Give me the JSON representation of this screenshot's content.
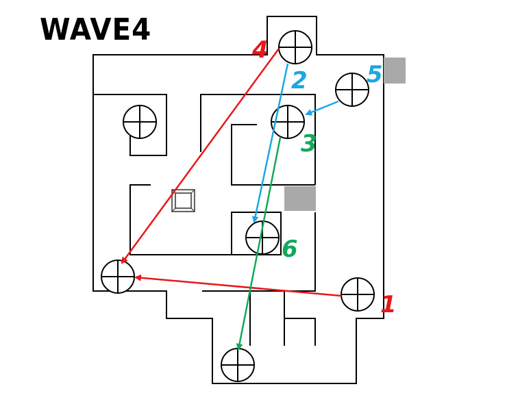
{
  "title": "WAVE4",
  "colors": {
    "red": "#e8171b",
    "blue": "#1aa7e6",
    "green": "#14a85a",
    "block": "#a9a9a9",
    "wall": "#000000"
  },
  "labels": [
    "4",
    "2",
    "5",
    "3",
    "6",
    "1"
  ],
  "icons": {
    "spawn": "crosshair-circle-icon",
    "item": "square-crate-icon",
    "block": "gray-block"
  }
}
